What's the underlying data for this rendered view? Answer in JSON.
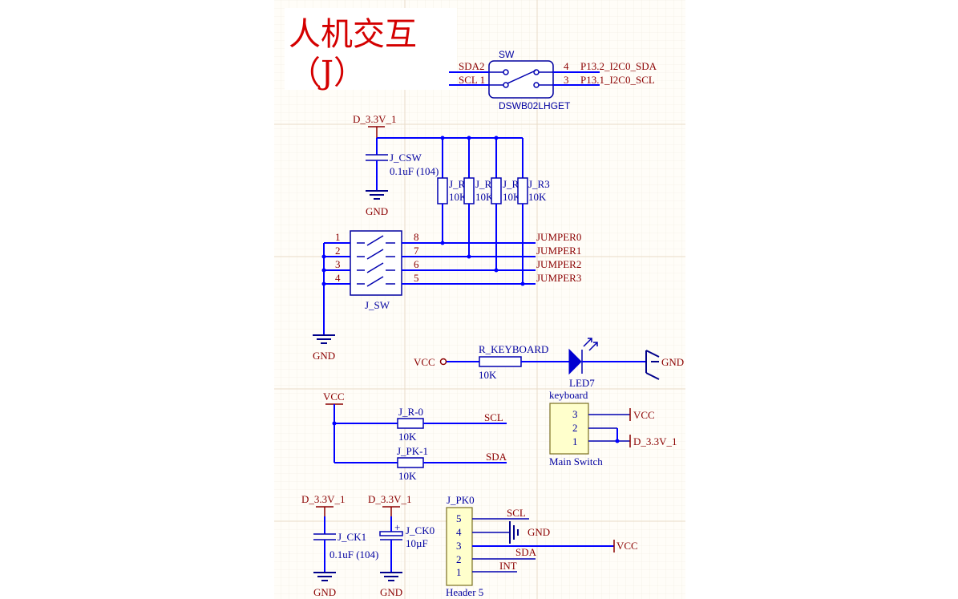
{
  "title": {
    "line1": "人机交互",
    "line2": "（J）"
  },
  "top_switch": {
    "ref": "SW",
    "part": "DSWB02LHGET",
    "left_nets": [
      "SDA2",
      "SCL 1"
    ],
    "right_pins": [
      "4",
      "3"
    ],
    "right_nets": [
      "P13.2_I2C0_SDA",
      "P13.1_I2C0_SCL"
    ]
  },
  "power_block": {
    "supply": "D_3.3V_1",
    "cap_ref": "J_CSW",
    "cap_value": "0.1uF (104)",
    "gnd": "GND",
    "resistors": [
      {
        "ref": "J_R0",
        "value": "10K"
      },
      {
        "ref": "J_R1",
        "value": "10K"
      },
      {
        "ref": "J_R2",
        "value": "10K"
      },
      {
        "ref": "J_R3",
        "value": "10K"
      }
    ]
  },
  "dip_switch": {
    "ref": "J_SW",
    "left_pins": [
      "1",
      "2",
      "3",
      "4"
    ],
    "right_pins": [
      "8",
      "7",
      "6",
      "5"
    ],
    "nets": [
      "JUMPER0",
      "JUMPER1",
      "JUMPER2",
      "JUMPER3"
    ],
    "gnd": "GND"
  },
  "led_block": {
    "vcc": "VCC",
    "res_ref": "R_KEYBOARD",
    "res_value": "10K",
    "led_ref": "LED7",
    "gnd": "GND"
  },
  "pullups": {
    "vcc": "VCC",
    "rows": [
      {
        "ref": "J_R-0",
        "value": "10K",
        "net": "SCL"
      },
      {
        "ref": "J_PK-1",
        "value": "10K",
        "net": "SDA"
      }
    ]
  },
  "keyboard_header": {
    "title": "keyboard",
    "pins": [
      "3",
      "2",
      "1"
    ],
    "label": "Main Switch",
    "nets": [
      "VCC",
      "D_3.3V_1"
    ]
  },
  "bottom_caps": {
    "c1": {
      "supply": "D_3.3V_1",
      "ref": "J_CK1",
      "value": "0.1uF (104)",
      "gnd": "GND"
    },
    "c2": {
      "supply": "D_3.3V_1",
      "ref": "J_CK0",
      "value": "10µF",
      "gnd": "GND"
    }
  },
  "header5": {
    "ref": "J_PK0",
    "pins": [
      "5",
      "4",
      "3",
      "2",
      "1"
    ],
    "label": "Header 5",
    "nets": [
      "SCL",
      "GND",
      "VCC",
      "SDA",
      "INT"
    ]
  },
  "colors": {
    "wire": "#0000ff",
    "text_net": "#8b0000",
    "title": "#d40000",
    "header_fill": "#ffffcc"
  }
}
